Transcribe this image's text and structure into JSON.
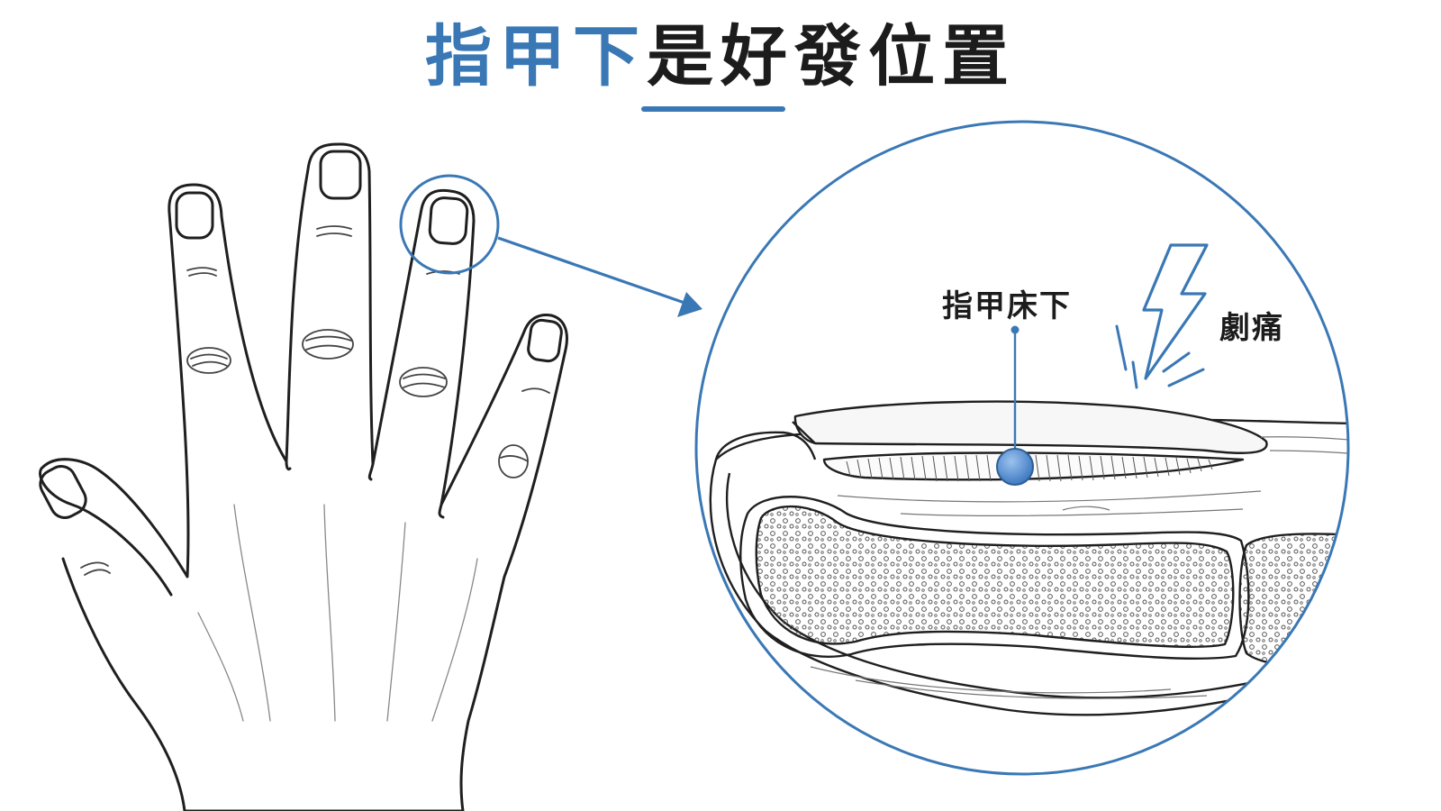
{
  "title": {
    "highlight": "指甲下",
    "rest": "是好發位置"
  },
  "labels": {
    "nail_bed": "指甲床下",
    "pain": "劇痛"
  },
  "colors": {
    "accent": "#3a78b5",
    "text": "#1c1c1c",
    "line": "#1f1f1f",
    "tumor": "#5b93d6"
  },
  "icons": {
    "pain": "lightning-bolt-icon",
    "pointer": "arrow-icon"
  }
}
